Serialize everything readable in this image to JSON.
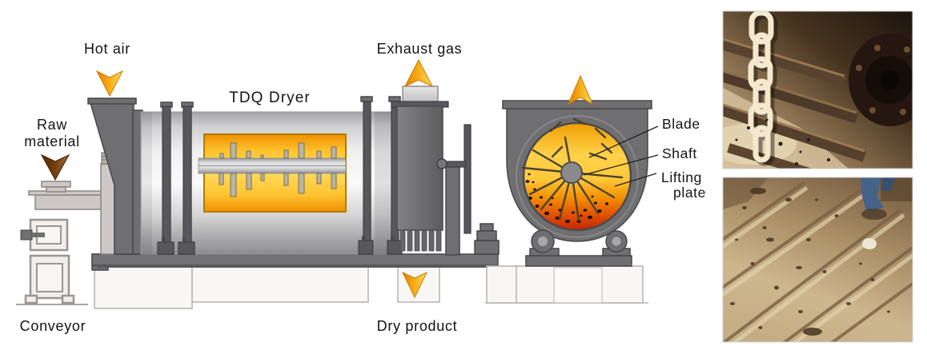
{
  "diagram": {
    "title_label": "TDQ Dryer",
    "labels": {
      "hot_air": "Hot air",
      "raw_material_line1": "Raw",
      "raw_material_line2": "material",
      "exhaust_gas": "Exhaust gas",
      "conveyor": "Conveyor",
      "dry_product": "Dry product",
      "blade": "Blade",
      "shaft": "Shaft",
      "lifting_plate_line1": "Lifting",
      "lifting_plate_line2": "plate"
    },
    "icons": {
      "hot_air_arrow": "down-arrow",
      "raw_material_arrow": "down-arrow",
      "exhaust_gas_arrow": "up-arrow",
      "section_exhaust_arrow": "up-arrow",
      "dry_product_arrow": "down-arrow"
    },
    "colors": {
      "arrow_orange": "#ef9400",
      "arrow_yellow": "#ffdd5e",
      "raw_material_brown": "#7a4413",
      "machine_gray": "#6f6f72",
      "drum_interior_yellow": "#ffd24a",
      "drum_interior_red": "#c42503",
      "label_text": "#141414"
    }
  },
  "photos": {
    "top": {
      "name": "dryer-interior-chain-photo"
    },
    "bottom": {
      "name": "dryer-interior-lifting-plates-photo"
    }
  }
}
